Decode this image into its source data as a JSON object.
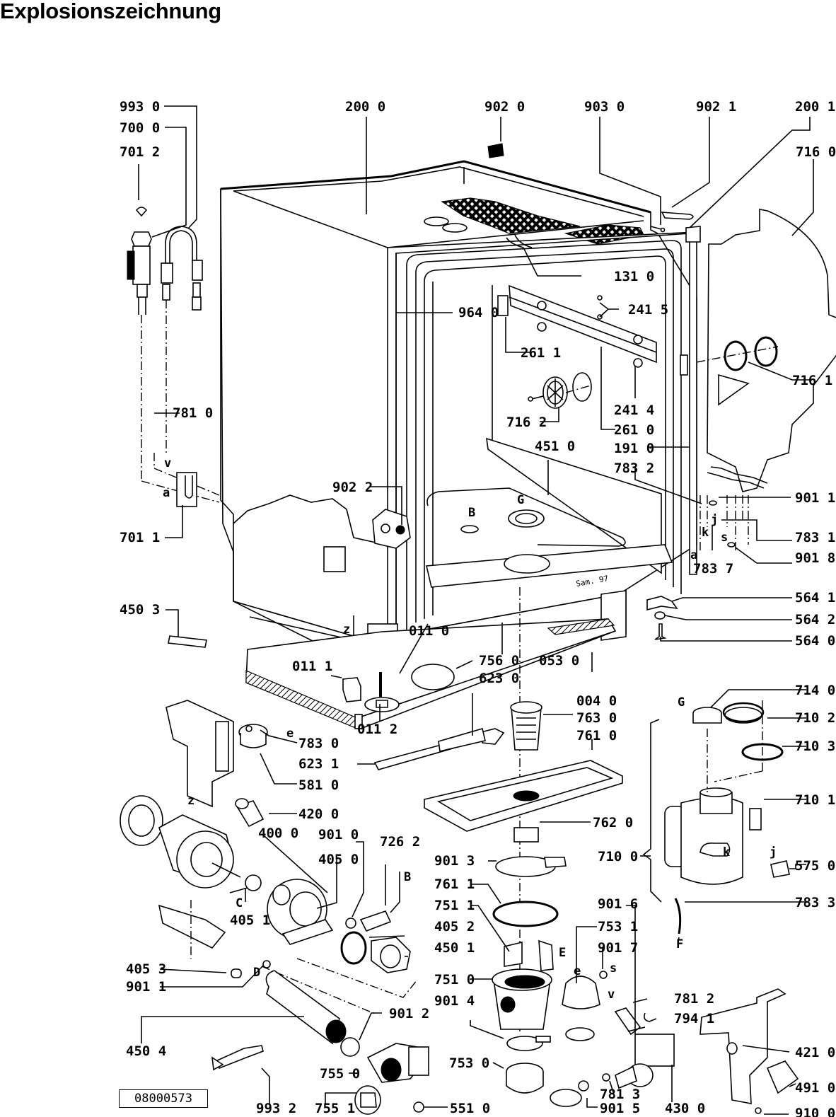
{
  "title": "Explosionszeichnung",
  "document_number": "08000573",
  "cabinet_stamp": "Sam. 97",
  "part_labels": {
    "p993_0": "993 0",
    "p700_0": "700 0",
    "p701_2": "701 2",
    "p200_0": "200 0",
    "p902_0": "902 0",
    "p903_0": "903 0",
    "p902_1": "902 1",
    "p200_1": "200 1",
    "p716_0": "716 0",
    "p131_0": "131 0",
    "p964_0": "964 0",
    "p241_5": "241 5",
    "p261_1": "261 1",
    "p716_1": "716 1",
    "p781_0": "781 0",
    "p241_4": "241 4",
    "p716_2": "716 2",
    "p261_0": "261 0",
    "p451_0": "451 0",
    "p191_0": "191 0",
    "p783_2": "783 2",
    "p902_2": "902 2",
    "p901_1a": "901 1",
    "p701_1": "701 1",
    "p783_1": "783 1",
    "p901_8": "901 8",
    "p783_7": "783 7",
    "p564_1": "564 1",
    "p564_2": "564 2",
    "p450_3": "450 3",
    "p564_0": "564 0",
    "p011_0": "011 0",
    "p011_1": "011 1",
    "p756_0": "756 0",
    "p053_0": "053 0",
    "p623_0": "623 0",
    "p004_0": "004 0",
    "p714_0": "714 0",
    "p011_2": "011 2",
    "p763_0": "763 0",
    "p710_2": "710 2",
    "p783_0": "783 0",
    "p761_0": "761 0",
    "p710_3": "710 3",
    "p623_1": "623 1",
    "p581_0": "581 0",
    "p710_1": "710 1",
    "p420_0": "420 0",
    "p762_0": "762 0",
    "p400_0": "400 0",
    "p901_0": "901 0",
    "p405_0": "405 0",
    "p726_2": "726 2",
    "p901_3": "901 3",
    "p710_0": "710 0",
    "p575_0": "575 0",
    "p761_1": "761 1",
    "p405_1": "405 1",
    "p751_1": "751 1",
    "p783_3": "783 3",
    "p901_6": "901 6",
    "p405_2": "405 2",
    "p753_1": "753 1",
    "p450_1": "450 1",
    "p901_7": "901 7",
    "p405_3": "405 3",
    "p751_0": "751 0",
    "p901_1b": "901 1",
    "p781_2": "781 2",
    "p901_4": "901 4",
    "p901_2": "901 2",
    "p794_1": "794 1",
    "p450_4": "450 4",
    "p421_0": "421 0",
    "p755_0": "755 0",
    "p753_0": "753 0",
    "p781_3": "781 3",
    "p491_0": "491 0",
    "p993_2": "993 2",
    "p755_1": "755 1",
    "p551_0": "551 0",
    "p901_5": "901 5",
    "p430_0": "430 0",
    "p910_0": "910 0"
  },
  "connection_letters": {
    "v1": "v",
    "a1": "a",
    "B1": "B",
    "G1": "G",
    "k1": "k",
    "j1": "j",
    "s1": "s",
    "a2": "a",
    "z1": "z",
    "e1": "e",
    "z2": "z",
    "G2": "G",
    "k2": "k",
    "j2": "j",
    "C1": "C",
    "B2": "B",
    "D1": "D",
    "F1": "F",
    "E1": "E",
    "e2": "e",
    "s2": "s",
    "v2": "v"
  }
}
